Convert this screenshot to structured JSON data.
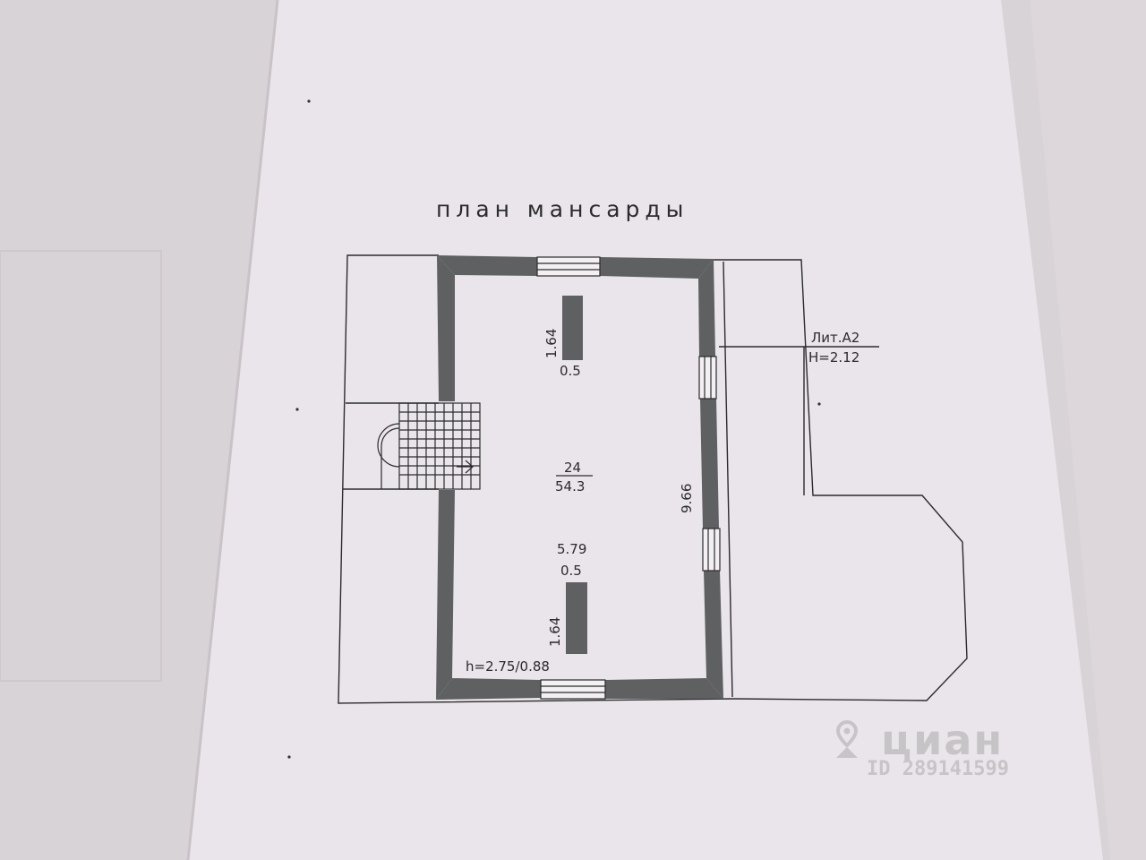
{
  "plan": {
    "title": "план мансарды",
    "room_number": "24",
    "room_area": "54.3",
    "length_dim": "9.66",
    "width_dim": "5.79",
    "ceiling_height": "h=2.75/0.88",
    "column_top": {
      "height": "1.64",
      "width": "0.5"
    },
    "column_bottom": {
      "height": "1.64",
      "width": "0.5"
    },
    "annex": {
      "liter": "Лит.А2",
      "height": "H=2.12"
    }
  },
  "watermark": {
    "brand": "циан",
    "listing_id": "ID 289141599",
    "icon": "map-pin-icon"
  },
  "colors": {
    "paper": "#eae5ea",
    "wall": "#5f6062",
    "ink": "#2b2b2d",
    "watermark": "#c7c4c7"
  }
}
